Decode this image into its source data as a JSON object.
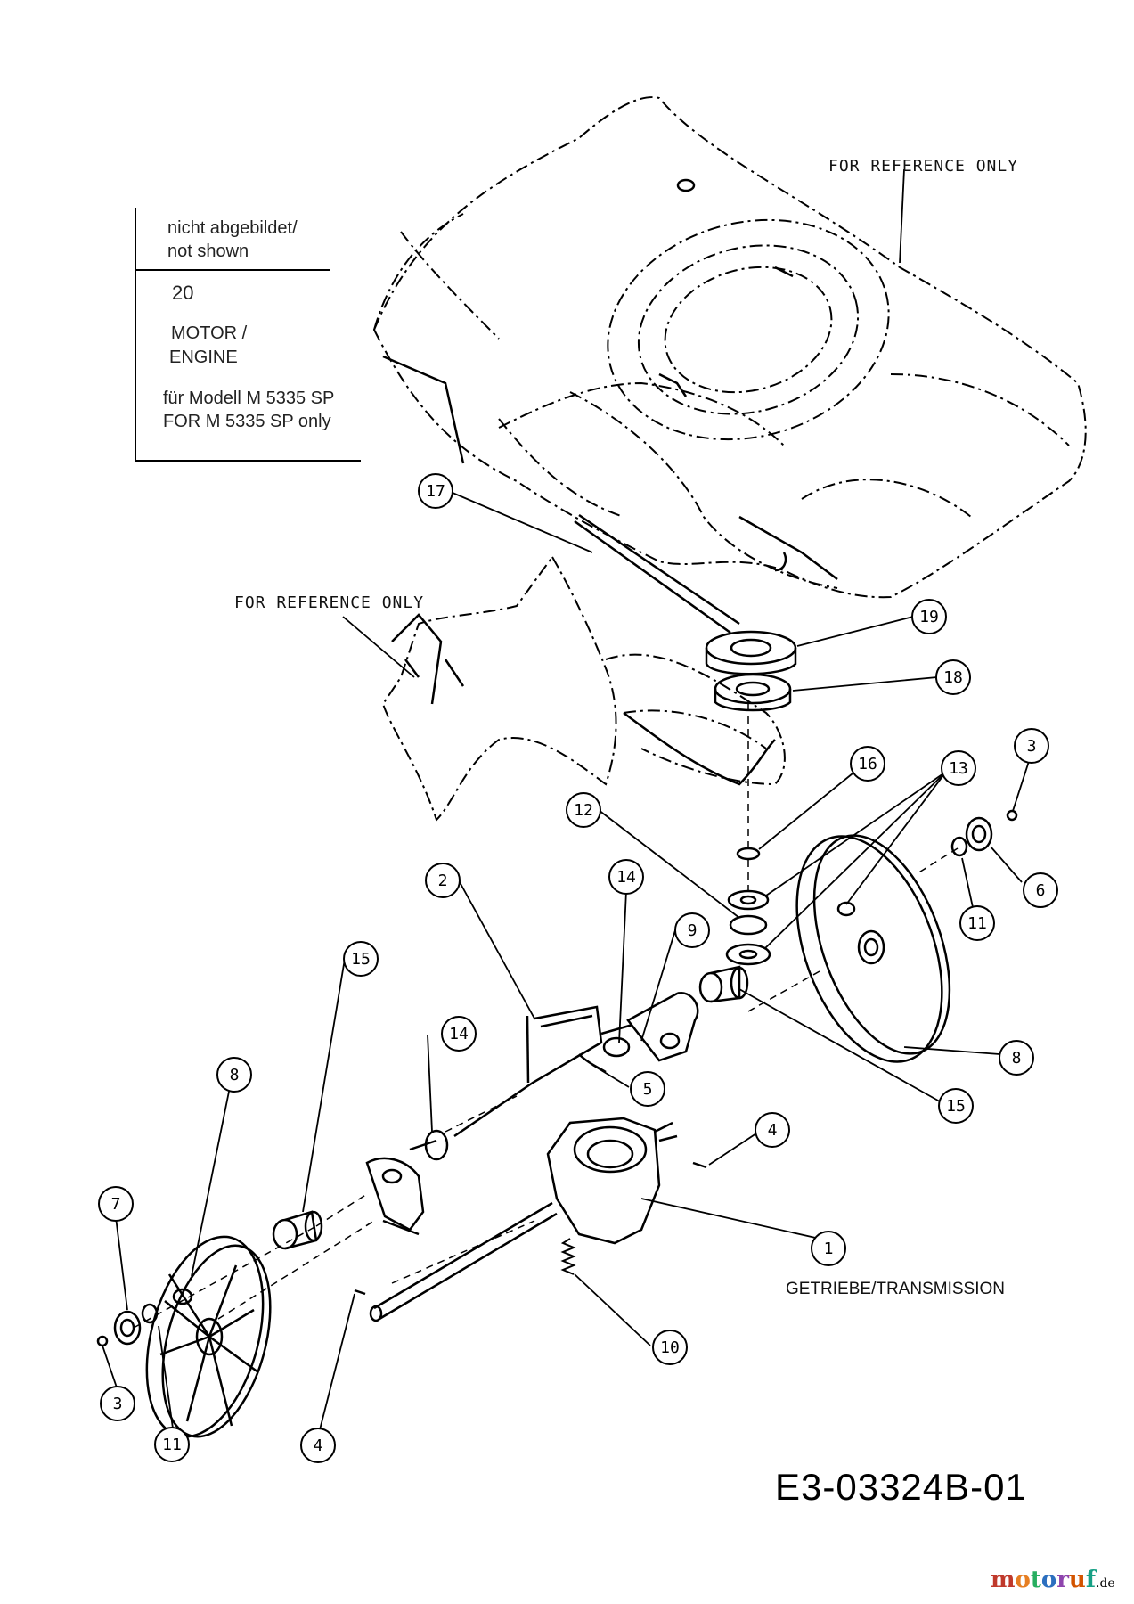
{
  "legend": {
    "not_shown_de": "nicht abgebildet/",
    "not_shown_en": "not shown",
    "item_number": "20",
    "item_name_de": "MOTOR /",
    "item_name_en": "ENGINE",
    "model_note_de": "für Modell M 5335 SP",
    "model_note_en": "FOR  M 5335 SP   only"
  },
  "labels": {
    "reference_top": "FOR REFERENCE ONLY",
    "reference_mid": "FOR REFERENCE ONLY",
    "transmission": "GETRIEBE/TRANSMISSION"
  },
  "callouts": [
    "17",
    "19",
    "18",
    "16",
    "13",
    "3",
    "12",
    "14",
    "9",
    "2",
    "15",
    "6",
    "11",
    "14",
    "8",
    "5",
    "15",
    "8",
    "4",
    "7",
    "1",
    "10",
    "3",
    "11",
    "4"
  ],
  "drawing_code": "E3-03324B-01",
  "watermark": {
    "name": "motoruf",
    "tld": ".de",
    "colors": [
      "#c0392b",
      "#e67e22",
      "#27ae60",
      "#2c6fbf",
      "#8e44ad",
      "#d35400",
      "#16a085"
    ]
  },
  "colors": {
    "line": "#000000",
    "background": "#ffffff"
  }
}
